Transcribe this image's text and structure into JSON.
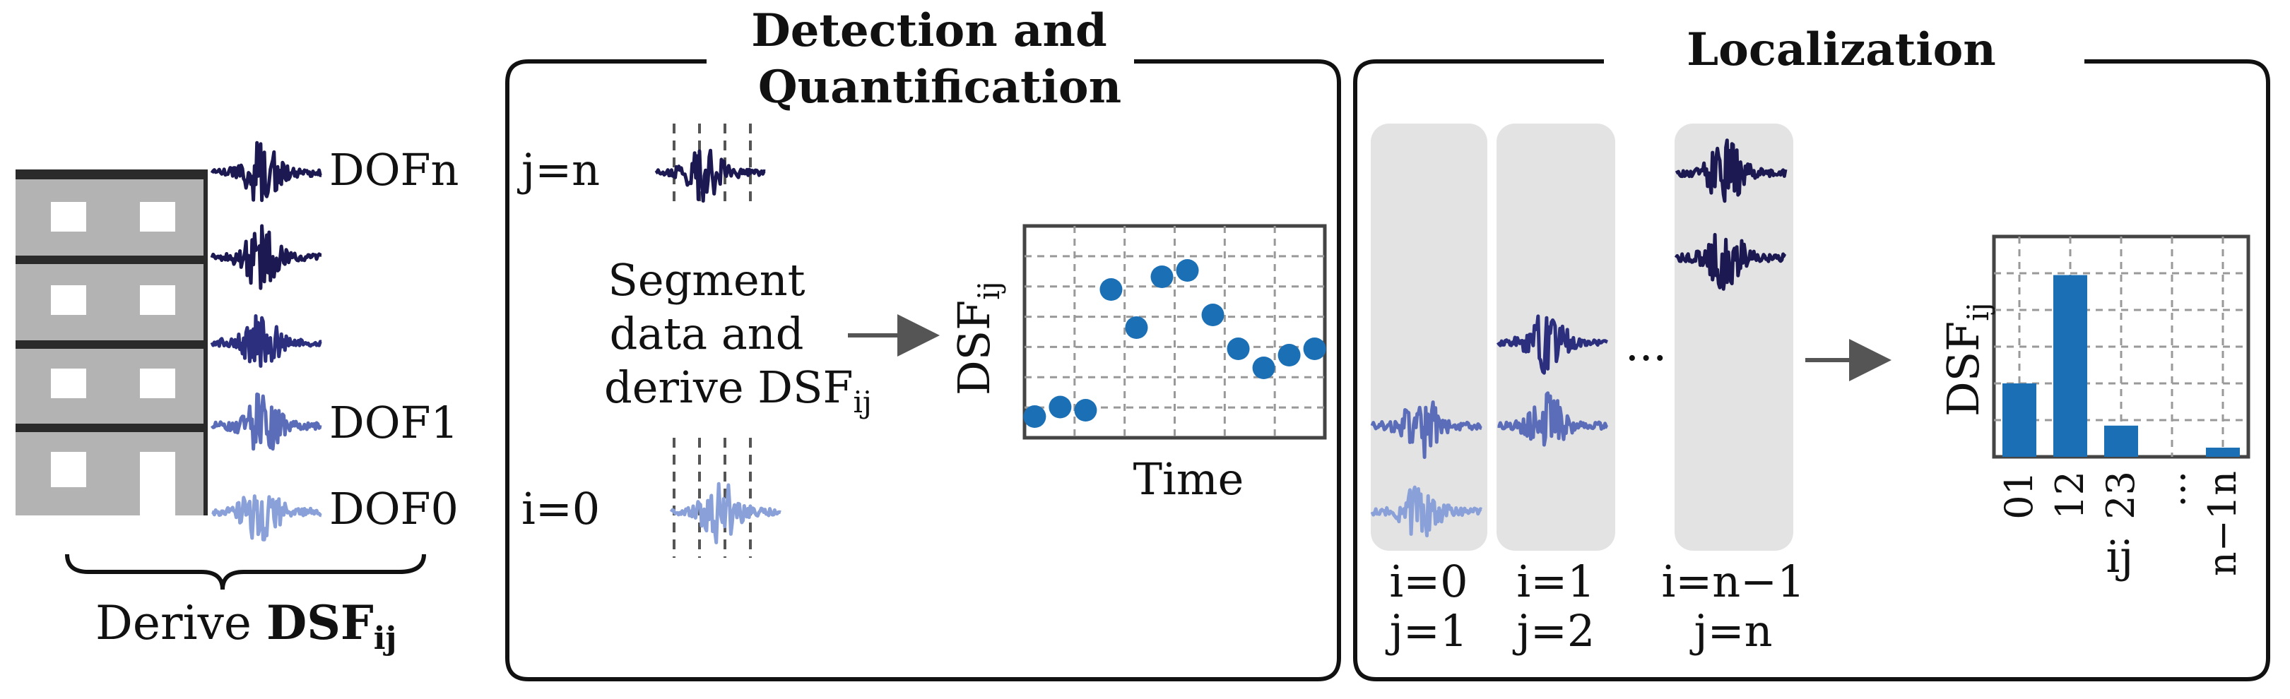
{
  "left": {
    "dof_labels": [
      "DOFn",
      "DOF1",
      "DOF0"
    ],
    "caption_prefix": "Derive ",
    "caption_bold": "DSF",
    "caption_sub": "ij"
  },
  "detection": {
    "title_line1": "Detection and",
    "title_line2": "Quantification",
    "j_label": "j=n",
    "i_label": "i=0",
    "segment_line1": "Segment",
    "segment_line2": "data and",
    "segment_line3": "derive DSF",
    "segment_sub": "ij",
    "ylabel": "DSF",
    "ylabel_sub": "ij",
    "xlabel": "Time"
  },
  "localization": {
    "title": "Localization",
    "ellipsis": "...",
    "columns": [
      {
        "i": "i=0",
        "j": "j=1"
      },
      {
        "i": "i=1",
        "j": "j=2"
      },
      {
        "i": "i=n−1",
        "j": "j=n"
      }
    ]
  },
  "chart_data": [
    {
      "type": "scatter",
      "title": "",
      "xlabel": "Time",
      "ylabel": "DSF_ij",
      "grid": true,
      "color": "#1a6fb5",
      "points": [
        {
          "x": 1,
          "y": 1.0
        },
        {
          "x": 2,
          "y": 1.45
        },
        {
          "x": 3,
          "y": 1.3
        },
        {
          "x": 4,
          "y": 7.0
        },
        {
          "x": 5,
          "y": 5.2
        },
        {
          "x": 6,
          "y": 7.6
        },
        {
          "x": 7,
          "y": 7.9
        },
        {
          "x": 8,
          "y": 5.8
        },
        {
          "x": 9,
          "y": 4.2
        },
        {
          "x": 10,
          "y": 3.3
        },
        {
          "x": 11,
          "y": 3.9
        },
        {
          "x": 12,
          "y": 4.2
        }
      ]
    },
    {
      "type": "bar",
      "title": "",
      "xlabel": "ij",
      "ylabel": "DSF_ij",
      "grid": true,
      "color": "#1a6fb5",
      "categories": [
        "01",
        "12",
        "23",
        "...",
        "n−1n"
      ],
      "values": [
        4.0,
        9.9,
        1.7,
        0,
        0.5
      ]
    }
  ],
  "colors": {
    "signal_top": "#1c1852",
    "signal_mid": "#2b2f7e",
    "signal_low": "#5b6db8",
    "signal_light": "#8aa0d8",
    "box_gray": "#e3e3e3",
    "building": "#b3b3b3",
    "accent": "#1a6fb5"
  }
}
